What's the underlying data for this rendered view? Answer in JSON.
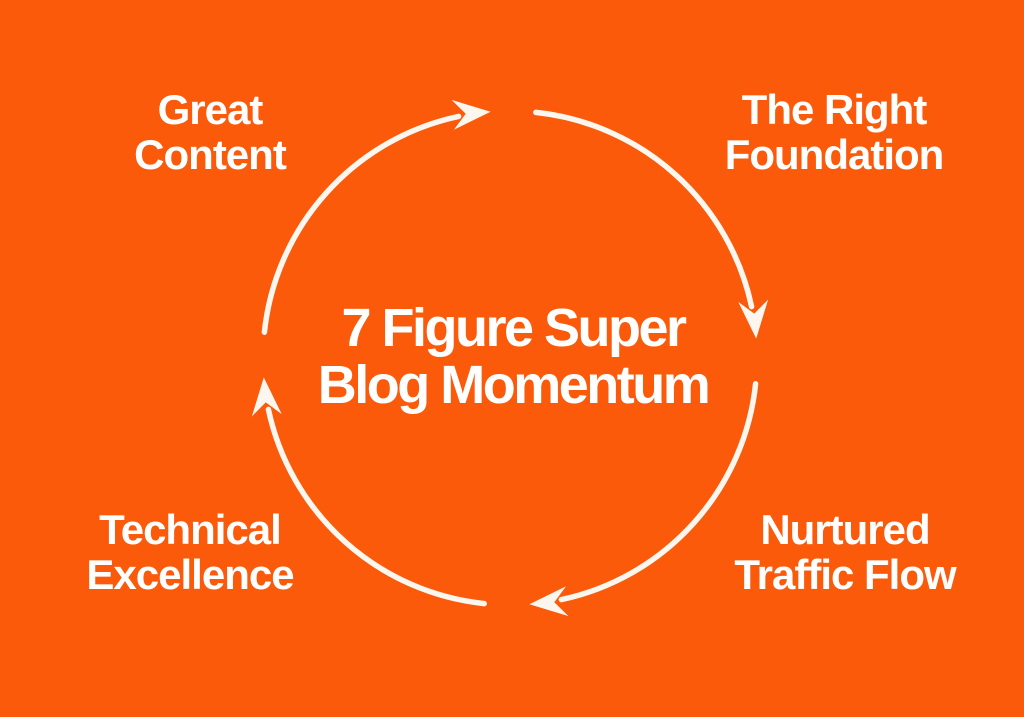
{
  "page": {
    "background_color": "#FA5A0A",
    "text_color": "#FFFFFF",
    "arrow_color": "#FBF6EE"
  },
  "center_title": {
    "line1": "7 Figure Super",
    "line2": "Blog Momentum"
  },
  "nodes": [
    {
      "id": "great-content",
      "position": "top-left",
      "line1": "Great",
      "line2": "Content"
    },
    {
      "id": "the-right-foundation",
      "position": "top-right",
      "line1": "The Right",
      "line2": "Foundation"
    },
    {
      "id": "nurtured-traffic-flow",
      "position": "bottom-right",
      "line1": "Nurtured",
      "line2": "Traffic Flow"
    },
    {
      "id": "technical-excellence",
      "position": "bottom-left",
      "line1": "Technical",
      "line2": "Excellence"
    }
  ],
  "cycle": {
    "direction": "clockwise",
    "arrowheads": [
      "arrowhead-top-icon",
      "arrowhead-right-icon",
      "arrowhead-bottom-icon",
      "arrowhead-left-icon"
    ]
  }
}
